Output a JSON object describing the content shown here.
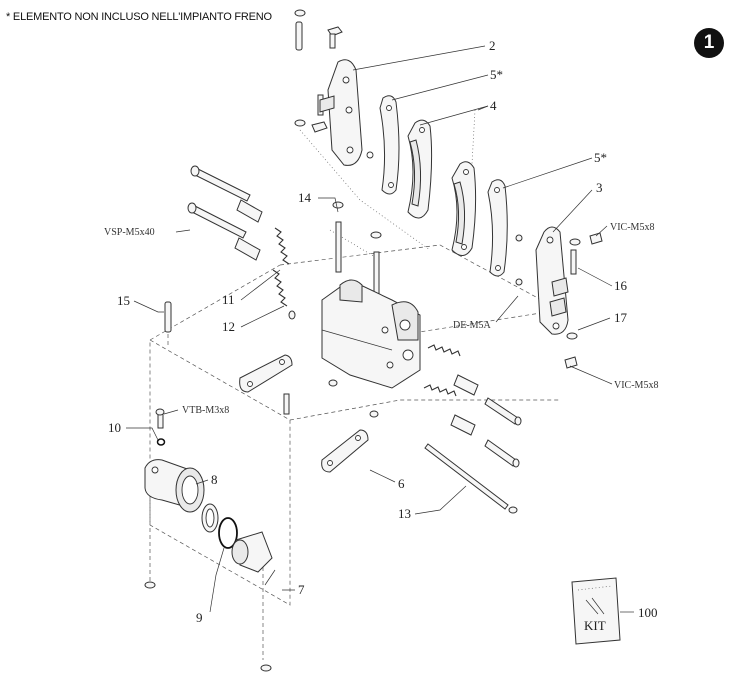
{
  "header": {
    "note": "* ELEMENTO NON INCLUSO NELL'IMPIANTO FRENO",
    "sheet_number": "1"
  },
  "labels": {
    "p2": "2",
    "p5a": "5*",
    "p4": "4",
    "p5b": "5*",
    "p3": "3",
    "p14": "14",
    "p16": "16",
    "p17": "17",
    "p11": "11",
    "p12": "12",
    "p15": "15",
    "p10": "10",
    "p8": "8",
    "p6": "6",
    "p13": "13",
    "p7": "7",
    "p9": "9",
    "p100": "100",
    "vsp": "VSP-M5x40",
    "vic1": "VIC-M5x8",
    "de": "DE-M5A",
    "vic2": "VIC-M5x8",
    "vtb": "VTB-M3x8"
  },
  "kit": {
    "label": "KIT"
  }
}
